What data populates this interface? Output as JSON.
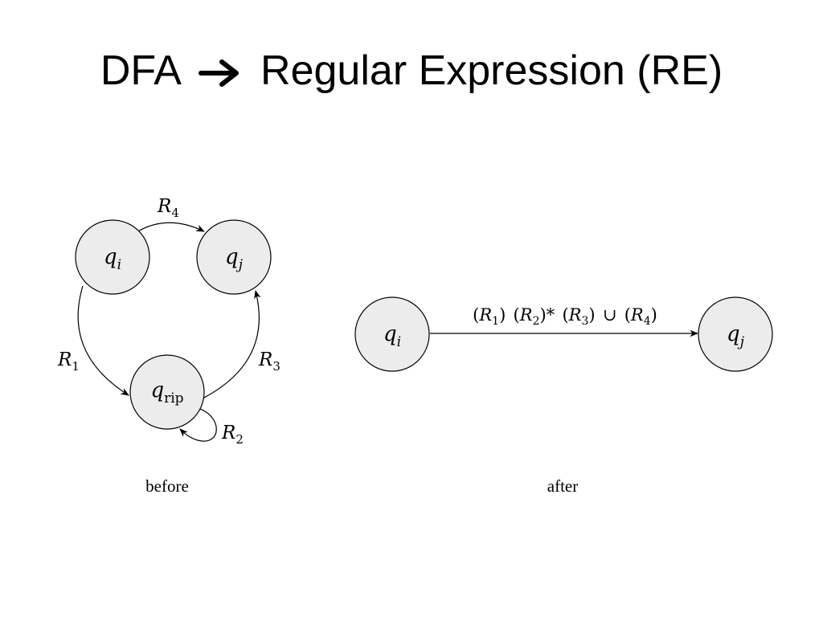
{
  "title": {
    "left": "DFA",
    "right": "Regular Expression (RE)",
    "arrow_icon": "right-arrow-icon"
  },
  "before": {
    "caption": "before",
    "states": {
      "qi": {
        "base": "q",
        "sub": "i"
      },
      "qj": {
        "base": "q",
        "sub": "j"
      },
      "qrip": {
        "base": "q",
        "sub": "rip"
      }
    },
    "edges": {
      "r1": {
        "base": "R",
        "sub": "1"
      },
      "r2": {
        "base": "R",
        "sub": "2"
      },
      "r3": {
        "base": "R",
        "sub": "3"
      },
      "r4": {
        "base": "R",
        "sub": "4"
      }
    }
  },
  "after": {
    "caption": "after",
    "states": {
      "qi": {
        "base": "q",
        "sub": "i"
      },
      "qj": {
        "base": "q",
        "sub": "j"
      }
    },
    "edge_label": {
      "p1_open": "(",
      "p1_base": "R",
      "p1_sub": "1",
      "p1_close": ")",
      "p2_open": "(",
      "p2_base": "R",
      "p2_sub": "2",
      "p2_close": ")*",
      "p3_open": "(",
      "p3_base": "R",
      "p3_sub": "3",
      "p3_close": ")",
      "union": "∪",
      "p4_open": "(",
      "p4_base": "R",
      "p4_sub": "4",
      "p4_close": ")"
    }
  }
}
